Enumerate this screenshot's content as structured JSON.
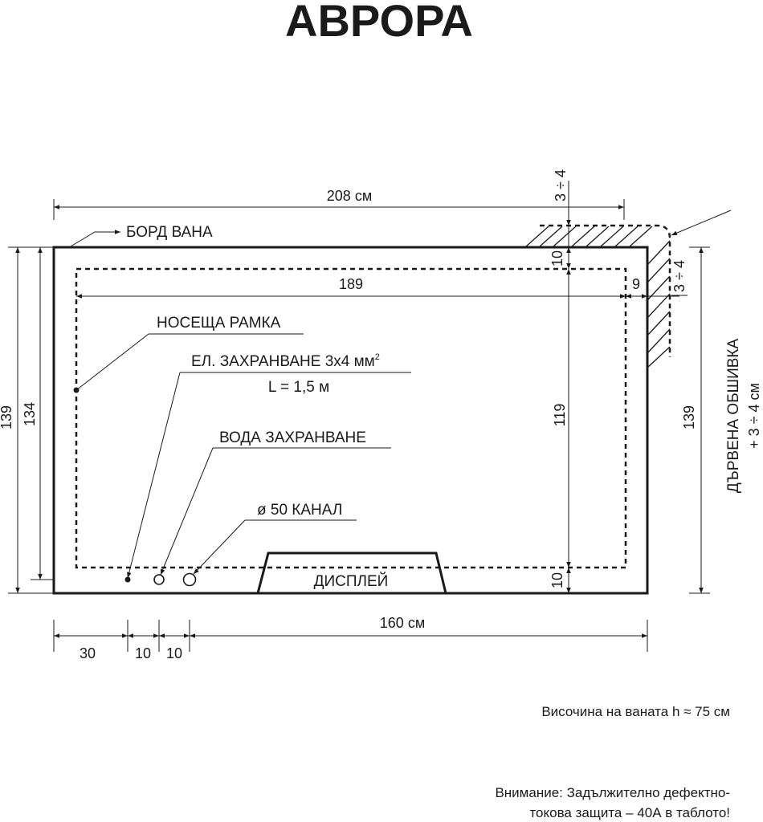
{
  "title": "АВРОРА",
  "labels": {
    "bord_vana": "БОРД ВАНА",
    "noseshta_ramka": "НОСЕЩА РАМКА",
    "el_zahranvane": "ЕЛ. ЗАХРАНВАНЕ 3х4 мм",
    "el_zahranvane_sup": "2",
    "el_length": "L = 1,5 м",
    "voda_zahranvane": "ВОДА ЗАХРАНВАНЕ",
    "kanal": "ø 50 КАНАЛ",
    "displey": "ДИСПЛЕЙ",
    "darvena_obshivka": "ДЪРВЕНА ОБШИВКА",
    "obshivka_thickness": "+ 3 ÷ 4 см"
  },
  "dimensions": {
    "outer_length": "208 см",
    "inner_length": "189",
    "top_gap": "3 ÷ 4",
    "side_gap": "3 ÷ 4",
    "right_margin": "9",
    "top_margin": "10",
    "bottom_margin": "10",
    "inner_height": "119",
    "outer_height_left": "139",
    "frame_height_left": "134",
    "outer_height_right": "139",
    "bottom_length": "160 см",
    "dist_30": "30",
    "dist_10a": "10",
    "dist_10b": "10"
  },
  "notes": {
    "height": "Височина на ваната h ≈ 75 см",
    "warning_line1": "Внимание: Задължително дефектно-",
    "warning_line2": "токова защита – 40А в таблото!"
  }
}
